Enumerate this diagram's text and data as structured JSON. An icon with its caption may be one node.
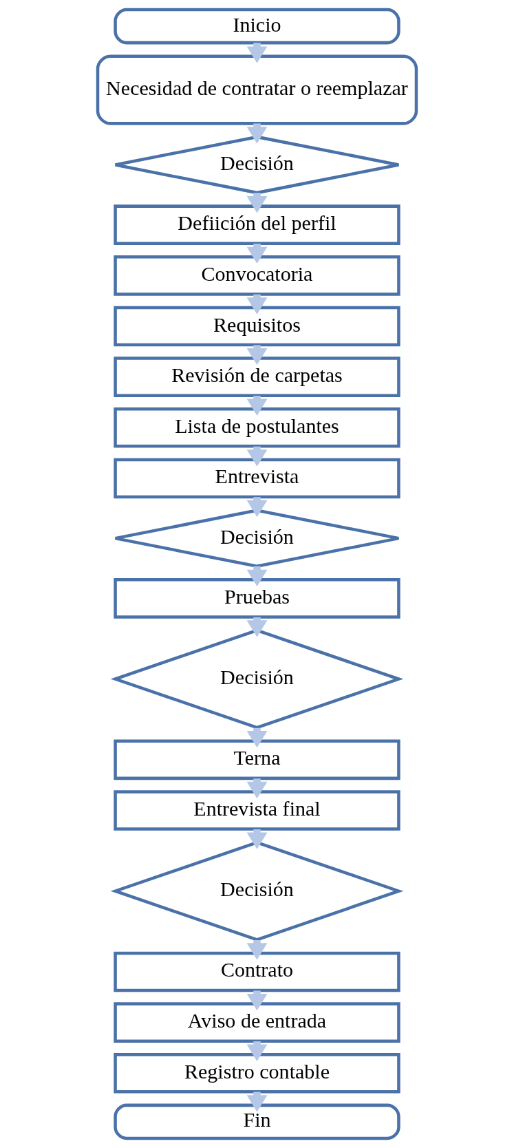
{
  "diagram": {
    "nodes": [
      {
        "text": [
          "Inicio"
        ]
      },
      {
        "text": [
          "Necesidad de contratar o reemplazar"
        ]
      },
      {
        "text": [
          "Decisión"
        ]
      },
      {
        "text": [
          "Defiición del perfil"
        ]
      },
      {
        "text": [
          "Convocatoria"
        ]
      },
      {
        "text": [
          "Requisitos"
        ]
      },
      {
        "text": [
          "Revisión de carpetas"
        ]
      },
      {
        "text": [
          "Lista de postulantes"
        ]
      },
      {
        "text": [
          "Entrevista"
        ]
      },
      {
        "text": [
          "Decisión"
        ]
      },
      {
        "text": [
          "Pruebas"
        ]
      },
      {
        "text": [
          "Decisión"
        ]
      },
      {
        "text": [
          "Terna"
        ]
      },
      {
        "text": [
          "Entrevista final"
        ]
      },
      {
        "text": [
          "Decisión"
        ]
      },
      {
        "text": [
          "Contrato"
        ]
      },
      {
        "text": [
          "Aviso de entrada"
        ]
      },
      {
        "text": [
          "Registro contable"
        ]
      },
      {
        "text": [
          "Fin"
        ]
      }
    ],
    "edges": [
      {
        "from": 0,
        "to": 1,
        "arrow": "to"
      },
      {
        "from": 1,
        "to": 2,
        "arrow": "to"
      },
      {
        "from": 2,
        "to": 3,
        "arrow": "to"
      },
      {
        "from": 3,
        "to": 4,
        "arrow": "to"
      },
      {
        "from": 4,
        "to": 5,
        "arrow": "to"
      },
      {
        "from": 5,
        "to": 6,
        "arrow": "to"
      },
      {
        "from": 6,
        "to": 7,
        "arrow": "to"
      },
      {
        "from": 7,
        "to": 8,
        "arrow": "to"
      },
      {
        "from": 8,
        "to": 9,
        "arrow": "to"
      },
      {
        "from": 9,
        "to": 10,
        "arrow": "to"
      },
      {
        "from": 10,
        "to": 11,
        "arrow": "to"
      },
      {
        "from": 11,
        "to": 12,
        "arrow": "to"
      },
      {
        "from": 12,
        "to": 13,
        "arrow": "to"
      },
      {
        "from": 13,
        "to": 14,
        "arrow": "to"
      },
      {
        "from": 14,
        "to": 15,
        "arrow": "to"
      },
      {
        "from": 15,
        "to": 16,
        "arrow": "to"
      },
      {
        "from": 16,
        "to": 17,
        "arrow": "to"
      },
      {
        "from": 17,
        "to": 18,
        "arrow": "to"
      }
    ]
  }
}
